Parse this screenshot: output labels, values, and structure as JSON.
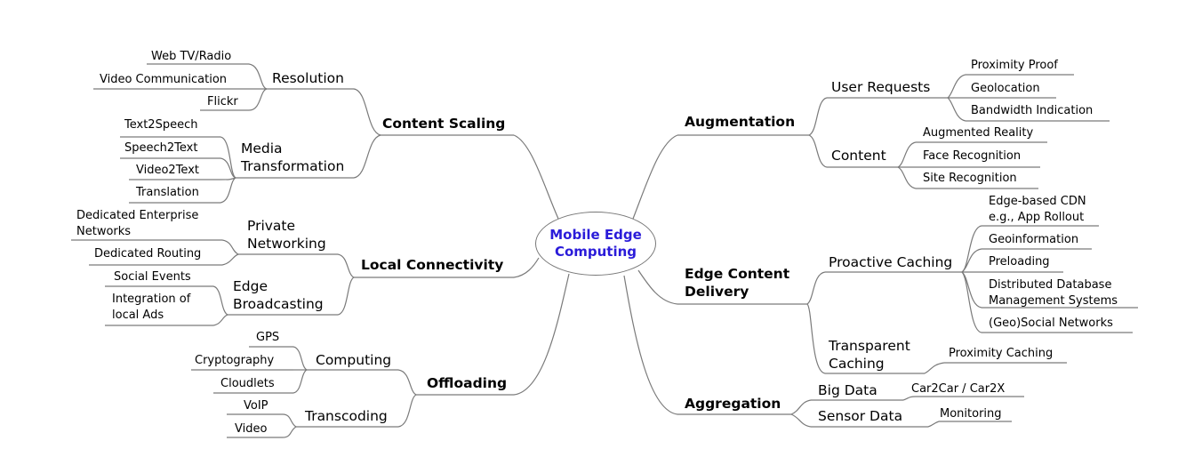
{
  "center": {
    "line1": "Mobile Edge",
    "line2": "Computing"
  },
  "left": {
    "content_scaling": {
      "title": "Content Scaling",
      "resolution": {
        "label": "Resolution",
        "items": [
          "Web TV/Radio",
          "Video Communication",
          "Flickr"
        ]
      },
      "media": {
        "line1": "Media",
        "line2": "Transformation",
        "items": [
          "Text2Speech",
          "Speech2Text",
          "Video2Text",
          "Translation"
        ]
      }
    },
    "local_connectivity": {
      "title": "Local Connectivity",
      "private": {
        "line1": "Private",
        "line2": "Networking",
        "items": [
          {
            "line1": "Dedicated Enterprise",
            "line2": "Networks"
          },
          {
            "line1": "Dedicated Routing"
          }
        ]
      },
      "broadcast": {
        "line1": "Edge",
        "line2": "Broadcasting",
        "items": [
          {
            "line1": "Social Events"
          },
          {
            "line1": "Integration of",
            "line2": "local Ads"
          }
        ]
      }
    },
    "offloading": {
      "title": "Offloading",
      "computing": {
        "label": "Computing",
        "items": [
          "GPS",
          "Cryptography",
          "Cloudlets"
        ]
      },
      "transcoding": {
        "label": "Transcoding",
        "items": [
          "VoIP",
          "Video"
        ]
      }
    }
  },
  "right": {
    "augmentation": {
      "title": "Augmentation",
      "user_requests": {
        "label": "User Requests",
        "items": [
          "Proximity Proof",
          "Geolocation",
          "Bandwidth Indication"
        ]
      },
      "content": {
        "label": "Content",
        "items": [
          "Augmented Reality",
          "Face Recognition",
          "Site Recognition"
        ]
      }
    },
    "edge_content_delivery": {
      "title_line1": "Edge Content",
      "title_line2": "Delivery",
      "proactive": {
        "label": "Proactive Caching",
        "items": [
          {
            "line1": "Edge-based CDN",
            "line2": "e.g., App Rollout"
          },
          {
            "line1": "Geoinformation"
          },
          {
            "line1": "Preloading"
          },
          {
            "line1": "Distributed Database",
            "line2": "Management Systems"
          },
          {
            "line1": "(Geo)Social Networks"
          }
        ]
      },
      "transparent": {
        "line1": "Transparent",
        "line2": "Caching",
        "items": [
          "Proximity Caching"
        ]
      }
    },
    "aggregation": {
      "title": "Aggregation",
      "big_data": {
        "label": "Big Data",
        "items": [
          "Car2Car / Car2X"
        ]
      },
      "sensor_data": {
        "label": "Sensor Data",
        "items": [
          "Monitoring"
        ]
      }
    }
  }
}
